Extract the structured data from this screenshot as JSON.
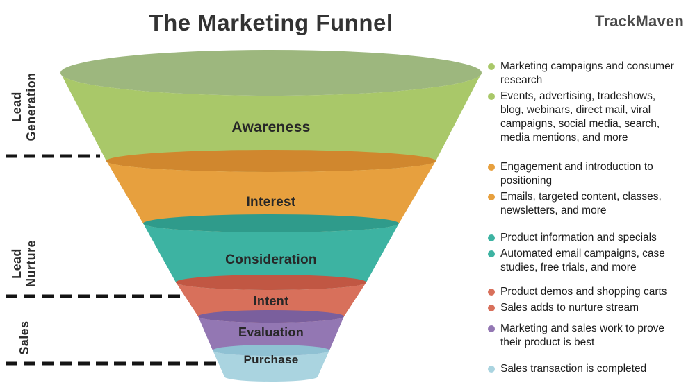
{
  "title": "The Marketing Funnel",
  "brand": "TrackMaven",
  "stages": [
    {
      "label": "Awareness",
      "color": "#a9c869",
      "dark": "#9db77e"
    },
    {
      "label": "Interest",
      "color": "#e7a03e",
      "dark": "#d0872e"
    },
    {
      "label": "Consideration",
      "color": "#3db3a2",
      "dark": "#2f9b8b"
    },
    {
      "label": "Intent",
      "color": "#d8705b",
      "dark": "#c15743"
    },
    {
      "label": "Evaluation",
      "color": "#9377b3",
      "dark": "#7a5f9d"
    },
    {
      "label": "Purchase",
      "color": "#aad4e0",
      "dark": "#8fc1d3"
    }
  ],
  "sections": [
    {
      "label": "Lead\nGeneration"
    },
    {
      "label": "Lead\nNurture"
    },
    {
      "label": "Sales"
    }
  ],
  "notes": [
    {
      "items": [
        "Marketing campaigns and consumer research",
        "Events, advertising, tradeshows, blog, webinars, direct mail, viral campaigns, social media, search, media mentions, and more"
      ]
    },
    {
      "items": [
        "Engagement and introduction to positioning",
        "Emails, targeted content, classes, newsletters, and more"
      ]
    },
    {
      "items": [
        "Product information and specials",
        "Automated email campaigns, case studies, free trials, and more"
      ]
    },
    {
      "items": [
        "Product demos and shopping carts",
        "Sales adds to nurture stream"
      ]
    },
    {
      "items": [
        "Marketing and sales work to prove their product is best"
      ]
    },
    {
      "items": [
        "Sales transaction is completed"
      ]
    }
  ]
}
